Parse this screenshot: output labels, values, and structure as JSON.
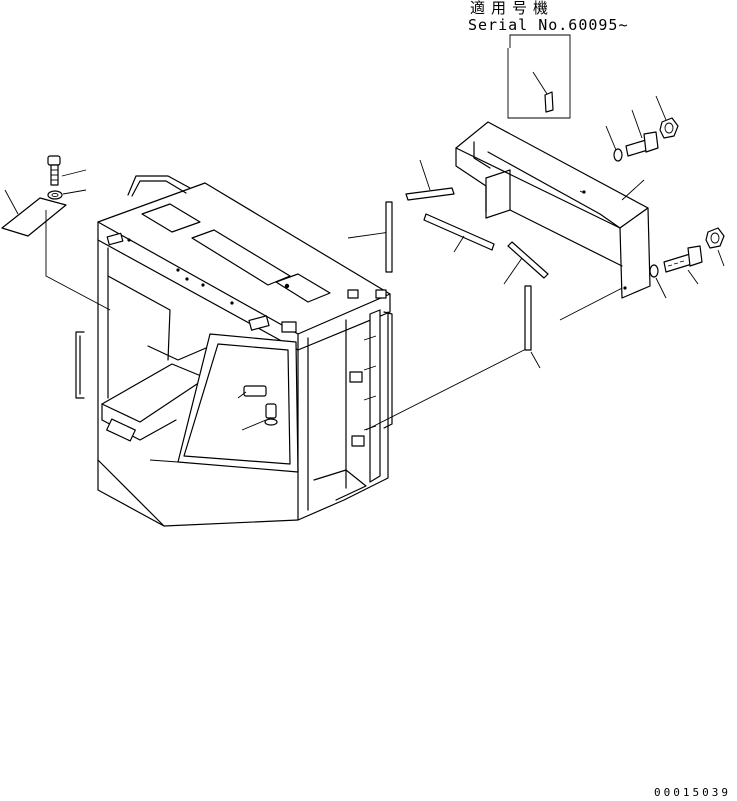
{
  "header": {
    "applicable_label": "適用号機",
    "serial_label": "Serial No.60095~"
  },
  "drawing_code": "00015039",
  "parts": [
    {
      "name": "cab-frame"
    },
    {
      "name": "rear-bracket-frame"
    },
    {
      "name": "bolt"
    },
    {
      "name": "washer"
    },
    {
      "name": "plate"
    },
    {
      "name": "nut"
    },
    {
      "name": "spacer"
    },
    {
      "name": "strip"
    }
  ]
}
